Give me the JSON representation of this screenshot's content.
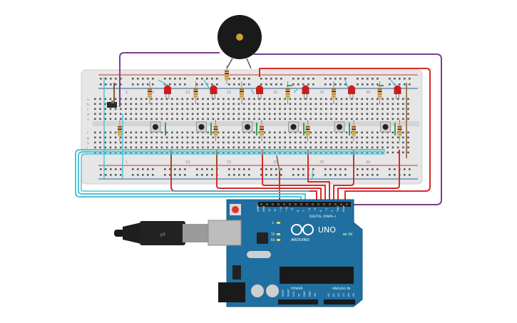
{
  "breadboard": {
    "column_numbers": [
      "1",
      "5",
      "10",
      "15",
      "20",
      "25",
      "30"
    ],
    "row_letters_top": [
      "a",
      "b",
      "c",
      "d",
      "e"
    ],
    "row_letters_bottom": [
      "f",
      "g",
      "h",
      "i",
      "j"
    ]
  },
  "arduino": {
    "logo_text": "ARDUINO",
    "model": "UNO",
    "digital_label": "DIGITAL (PWM~)",
    "power_label": "POWER",
    "analog_label": "ANALOG IN",
    "on_label": "ON",
    "tx_label": "TX",
    "rx_label": "RX",
    "l_label": "L",
    "digital_pins": [
      "AREF",
      "GND",
      "13",
      "12",
      "~11",
      "~10",
      "~9",
      "8",
      "7",
      "~6",
      "~5",
      "4",
      "~3",
      "2",
      "TX▸1",
      "RX◂0"
    ],
    "power_pins": [
      "IOREF",
      "RESET",
      "3.3V",
      "5V",
      "GND",
      "GND",
      "Vin"
    ],
    "analog_pins": [
      "A0",
      "A1",
      "A2",
      "A3",
      "A4",
      "A5"
    ]
  },
  "colors": {
    "wire_red": "#d62b2b",
    "wire_purple": "#7b3f8e",
    "wire_cyan": "#52c3d6",
    "wire_brown": "#8b5a2b",
    "wire_green": "#2fa84f",
    "led_red": "#c81e1e",
    "board_teal": "#1f6fa0"
  }
}
